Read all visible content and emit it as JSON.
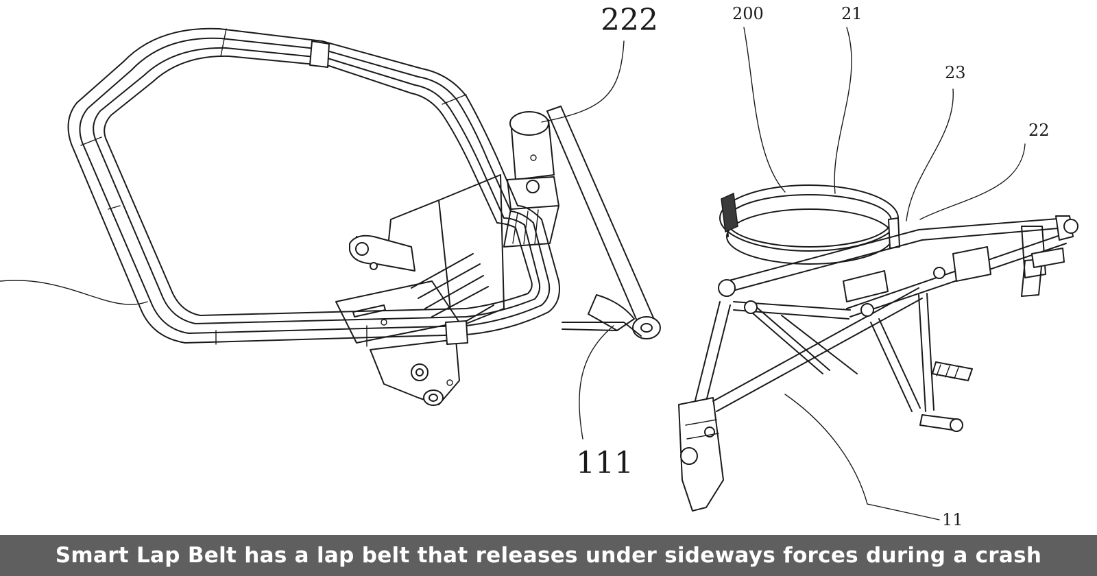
{
  "figure": {
    "left_labels": {
      "top": "222",
      "bottom": "111"
    },
    "right_labels": {
      "l200": "200",
      "l21": "21",
      "l23": "23",
      "l22": "22",
      "l11": "11"
    }
  },
  "caption": {
    "text": "Smart Lap Belt has a lap belt that releases under sideways forces during a crash",
    "background": "#5f5f5f",
    "color": "#ffffff"
  }
}
